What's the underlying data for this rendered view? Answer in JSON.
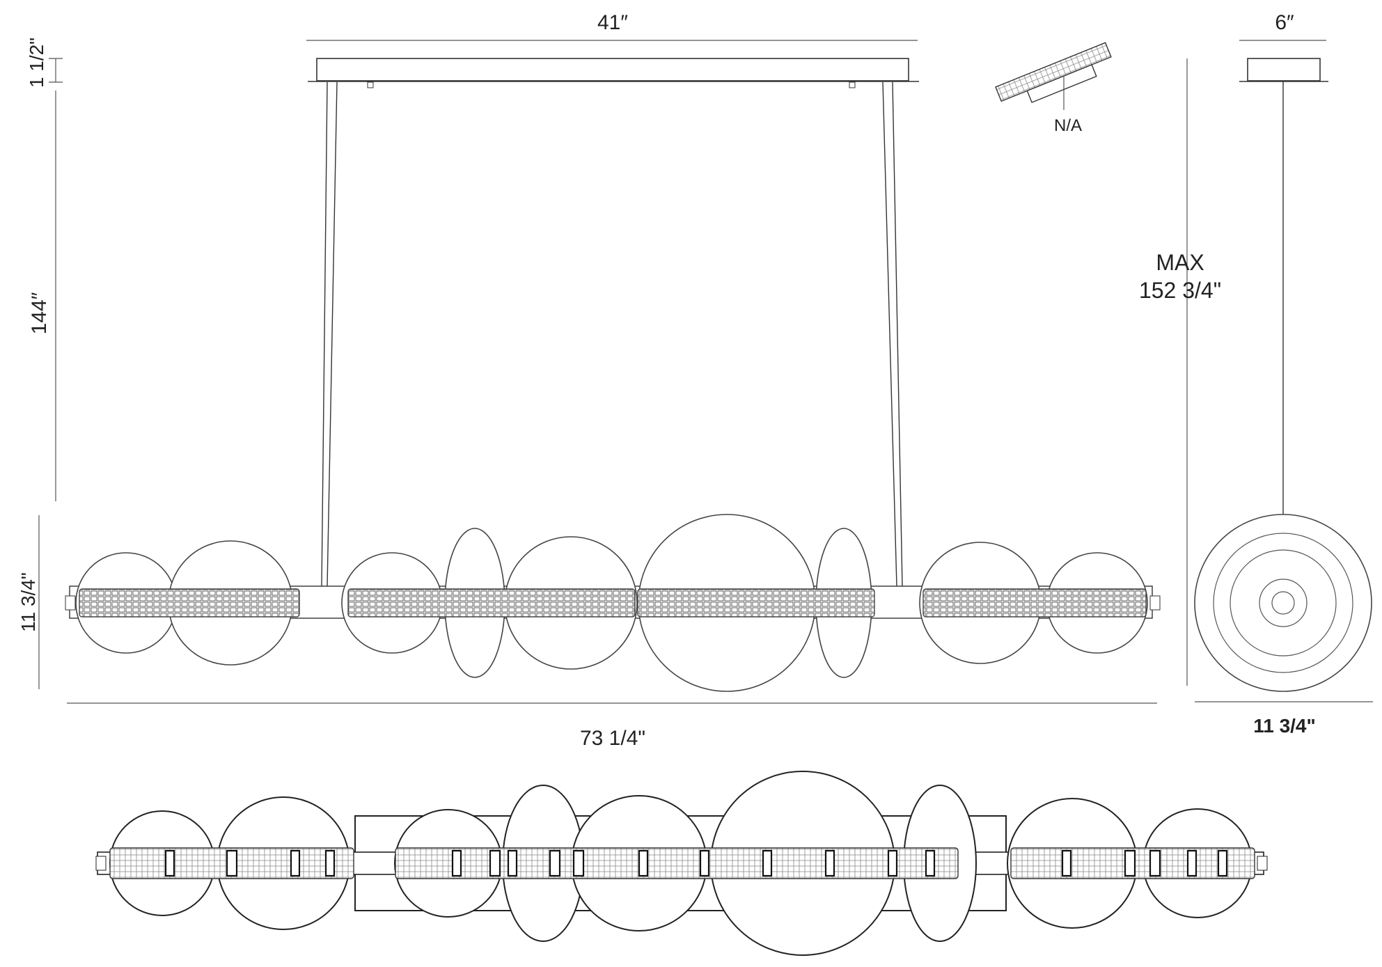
{
  "labels": {
    "width_top": "41″",
    "canopy_height": "1 1/2\"",
    "cable_length": "144″",
    "fixture_height": "11 3/4\"",
    "overall_length": "73 1/4\"",
    "slope_note": "N/A",
    "max_label": "MAX",
    "max_value": "152 3/4\"",
    "canopy_depth": "6″",
    "fixture_diameter": "11 3/4\""
  },
  "colors": {
    "line": "#333333",
    "text": "#222222"
  }
}
